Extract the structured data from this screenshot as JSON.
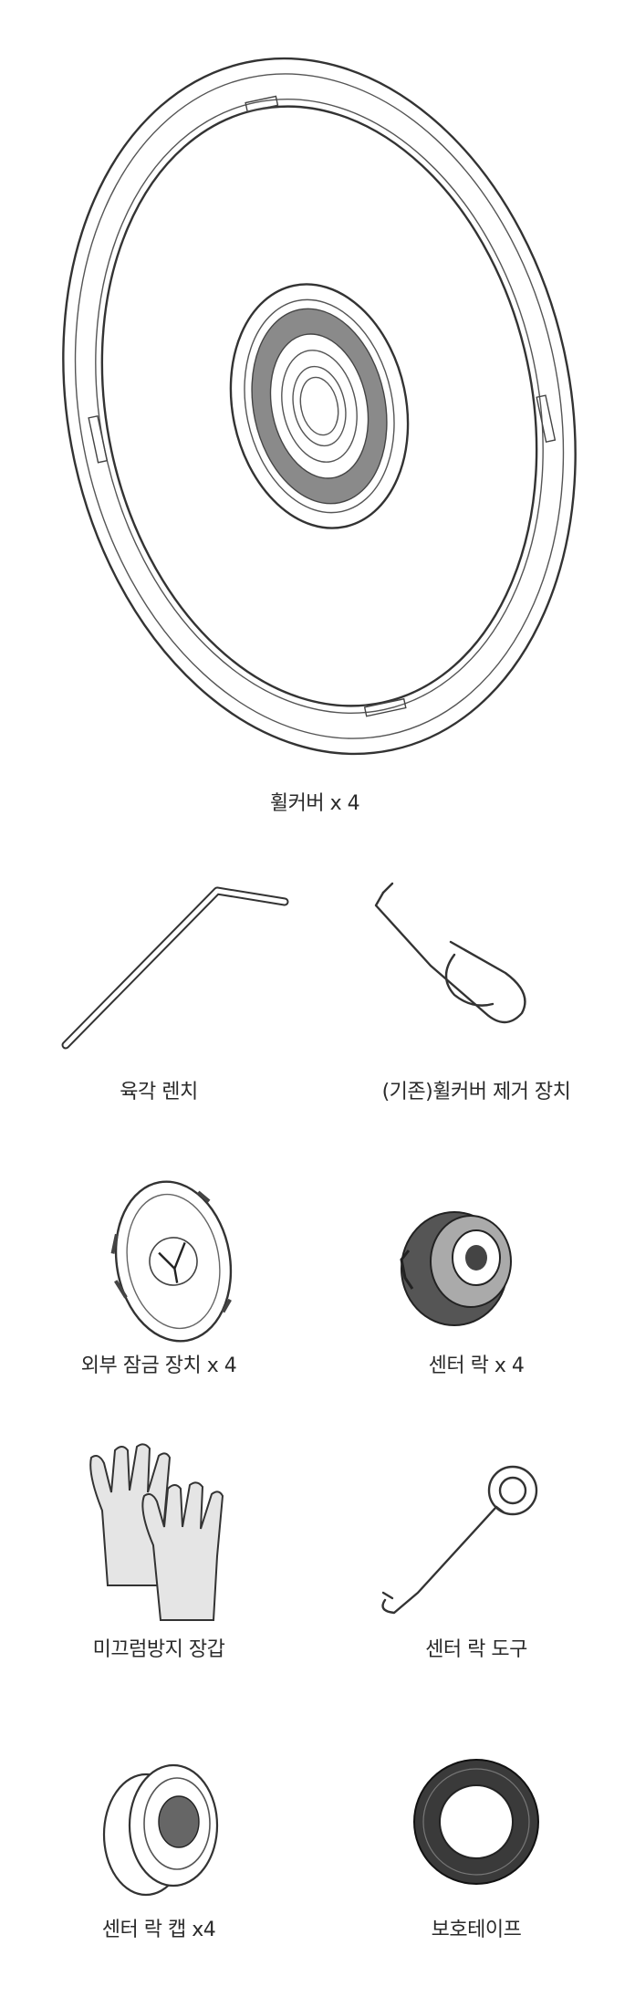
{
  "items": [
    {
      "label": "휠커버 x 4",
      "icon": "wheel-cover-icon"
    },
    {
      "label": "육각 렌치",
      "icon": "hex-wrench-icon"
    },
    {
      "label": "(기존)휠커버 제거 장치",
      "icon": "cover-removal-tool-icon"
    },
    {
      "label": "외부 잠금 장치 x 4",
      "icon": "external-lock-icon"
    },
    {
      "label": "센터 락 x 4",
      "icon": "center-lock-icon"
    },
    {
      "label": "미끄럼방지 장갑",
      "icon": "anti-slip-gloves-icon"
    },
    {
      "label": "센터 락 도구",
      "icon": "center-lock-tool-icon"
    },
    {
      "label": "센터 락 캡 x4",
      "icon": "center-lock-cap-icon"
    },
    {
      "label": "보호테이프",
      "icon": "protective-tape-icon"
    }
  ]
}
